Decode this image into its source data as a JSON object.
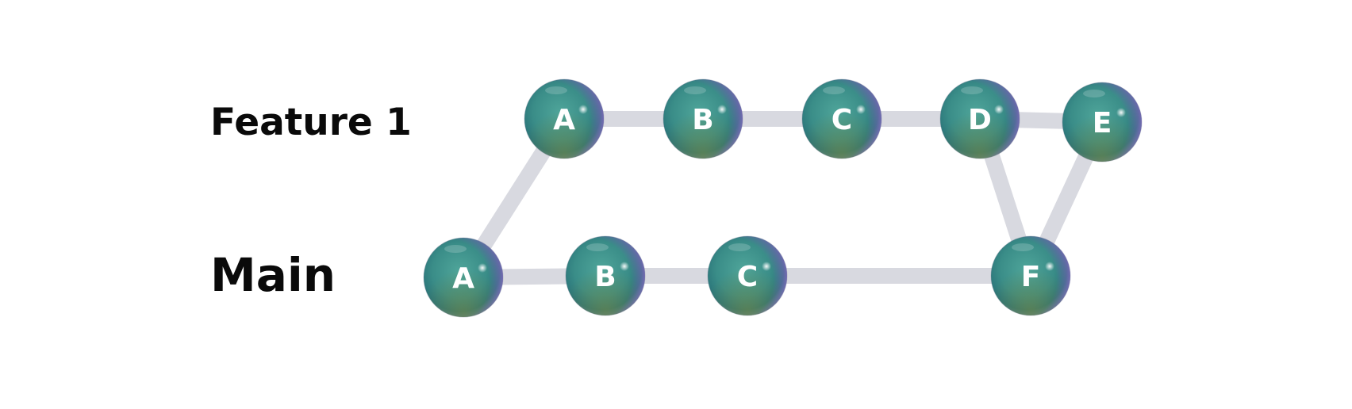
{
  "branches": {
    "feature": {
      "label": "Feature 1",
      "commits": [
        "A",
        "B",
        "C",
        "D",
        "E"
      ]
    },
    "main": {
      "label": "Main",
      "commits": [
        "A",
        "B",
        "C",
        "F"
      ]
    }
  },
  "colors": {
    "connector": "#d8d9e0",
    "node_core": "#3f9a8f",
    "node_edge": "#1f6f78",
    "node_rim": "#8a5cc8",
    "label_text": "#0a0a0a",
    "node_text": "#ffffff"
  }
}
